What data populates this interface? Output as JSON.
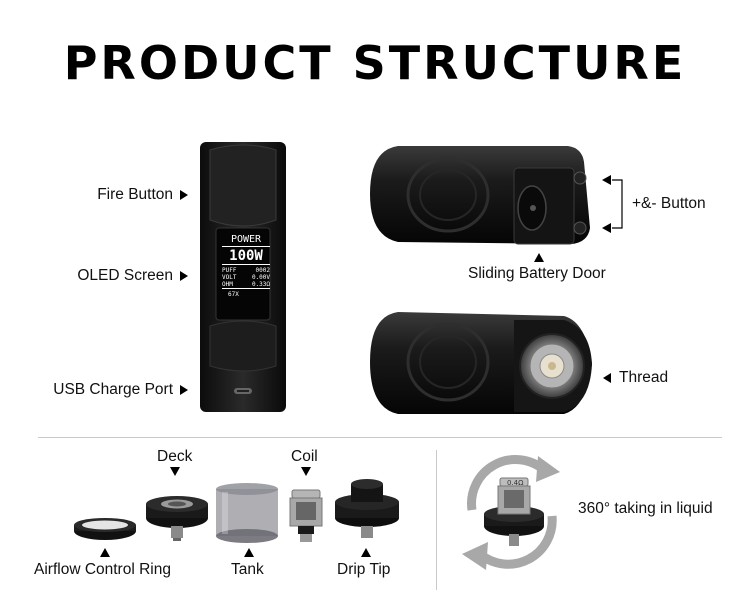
{
  "title": "PRODUCT STRUCTURE",
  "labels": {
    "fire_button": "Fire Button",
    "oled_screen": "OLED Screen",
    "usb_charge_port": "USB Charge Port",
    "plus_minus_button": "+&- Button",
    "sliding_battery_door": "Sliding Battery Door",
    "thread": "Thread",
    "deck": "Deck",
    "coil": "Coil",
    "airflow_control_ring": "Airflow Control Ring",
    "tank": "Tank",
    "drip_tip": "Drip Tip",
    "taking_in_liquid": "360° taking in liquid"
  },
  "screen": {
    "mode": "POWER",
    "power": "100W",
    "rows": [
      {
        "key": "PUFF",
        "value": "0002"
      },
      {
        "key": "VOLT",
        "value": "0.00V"
      },
      {
        "key": "OHM",
        "value": "0.33Ω"
      }
    ],
    "footer": "67X"
  },
  "coil_marking": "0.4Ω",
  "colors": {
    "device_body": "#1a1a1a",
    "background": "#ffffff",
    "divider": "#c9c9c9",
    "arrow_gray": "#a8a8a8"
  }
}
